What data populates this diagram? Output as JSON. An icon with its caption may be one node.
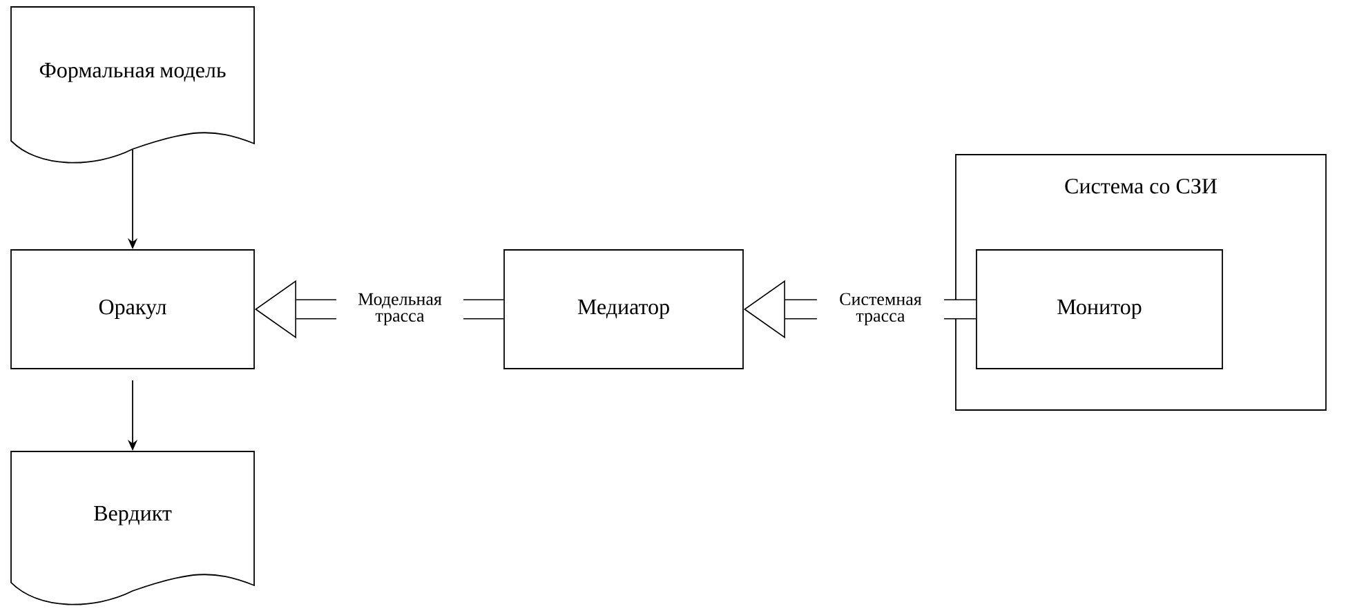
{
  "diagram": {
    "nodes": [
      {
        "text": [
          "Формальная модель"
        ]
      },
      {
        "text": [
          "Оракул"
        ]
      },
      {
        "text": [
          "Вердикт"
        ]
      },
      {
        "text": [
          "Медиатор"
        ]
      },
      {
        "text": [
          "Система со СЗИ"
        ]
      },
      {
        "text": [
          "Монитор"
        ],
        "in": 4
      }
    ],
    "edges": [
      {
        "from": 0,
        "to": 1,
        "arrow": "to"
      },
      {
        "from": 1,
        "to": 2,
        "arrow": "to"
      },
      {
        "from": 3,
        "to": 1,
        "arrow": "to",
        "label": "Модельная трасса",
        "style": "thick"
      },
      {
        "from": 5,
        "to": 3,
        "arrow": "to",
        "label": "Системная трасса",
        "style": "thick"
      }
    ]
  }
}
